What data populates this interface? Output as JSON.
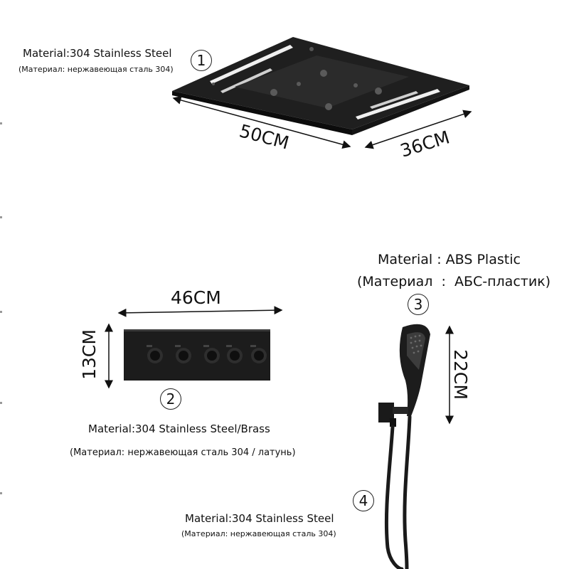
{
  "items": [
    {
      "number": "1",
      "name": "rain-shower-head",
      "material_en": "Material:304 Stainless Steel",
      "material_ru": "(Материал: нержавеющая сталь 304)",
      "dimensions": [
        "50CM",
        "36CM"
      ]
    },
    {
      "number": "2",
      "name": "thermostatic-valve-panel",
      "material_en": "Material:304 Stainless Steel/Brass",
      "material_ru": "(Материал: нержавеющая сталь 304 / латунь)",
      "dimensions": [
        "46CM",
        "13CM"
      ],
      "knob_count": 5
    },
    {
      "number": "3",
      "name": "hand-shower",
      "material_en": "Material : ABS Plastic",
      "material_ru": "(Материал  :  АБС-пластик)",
      "dimensions": [
        "22CM"
      ]
    },
    {
      "number": "4",
      "name": "shower-hose",
      "material_en": "Material:304 Stainless Steel",
      "material_ru": "(Материал: нержавеющая сталь 304)"
    }
  ],
  "colors": {
    "product": "#1e1e1e",
    "product_highlight": "#4a4a4a",
    "led": "#f2f2f2",
    "arrow": "#111111"
  }
}
